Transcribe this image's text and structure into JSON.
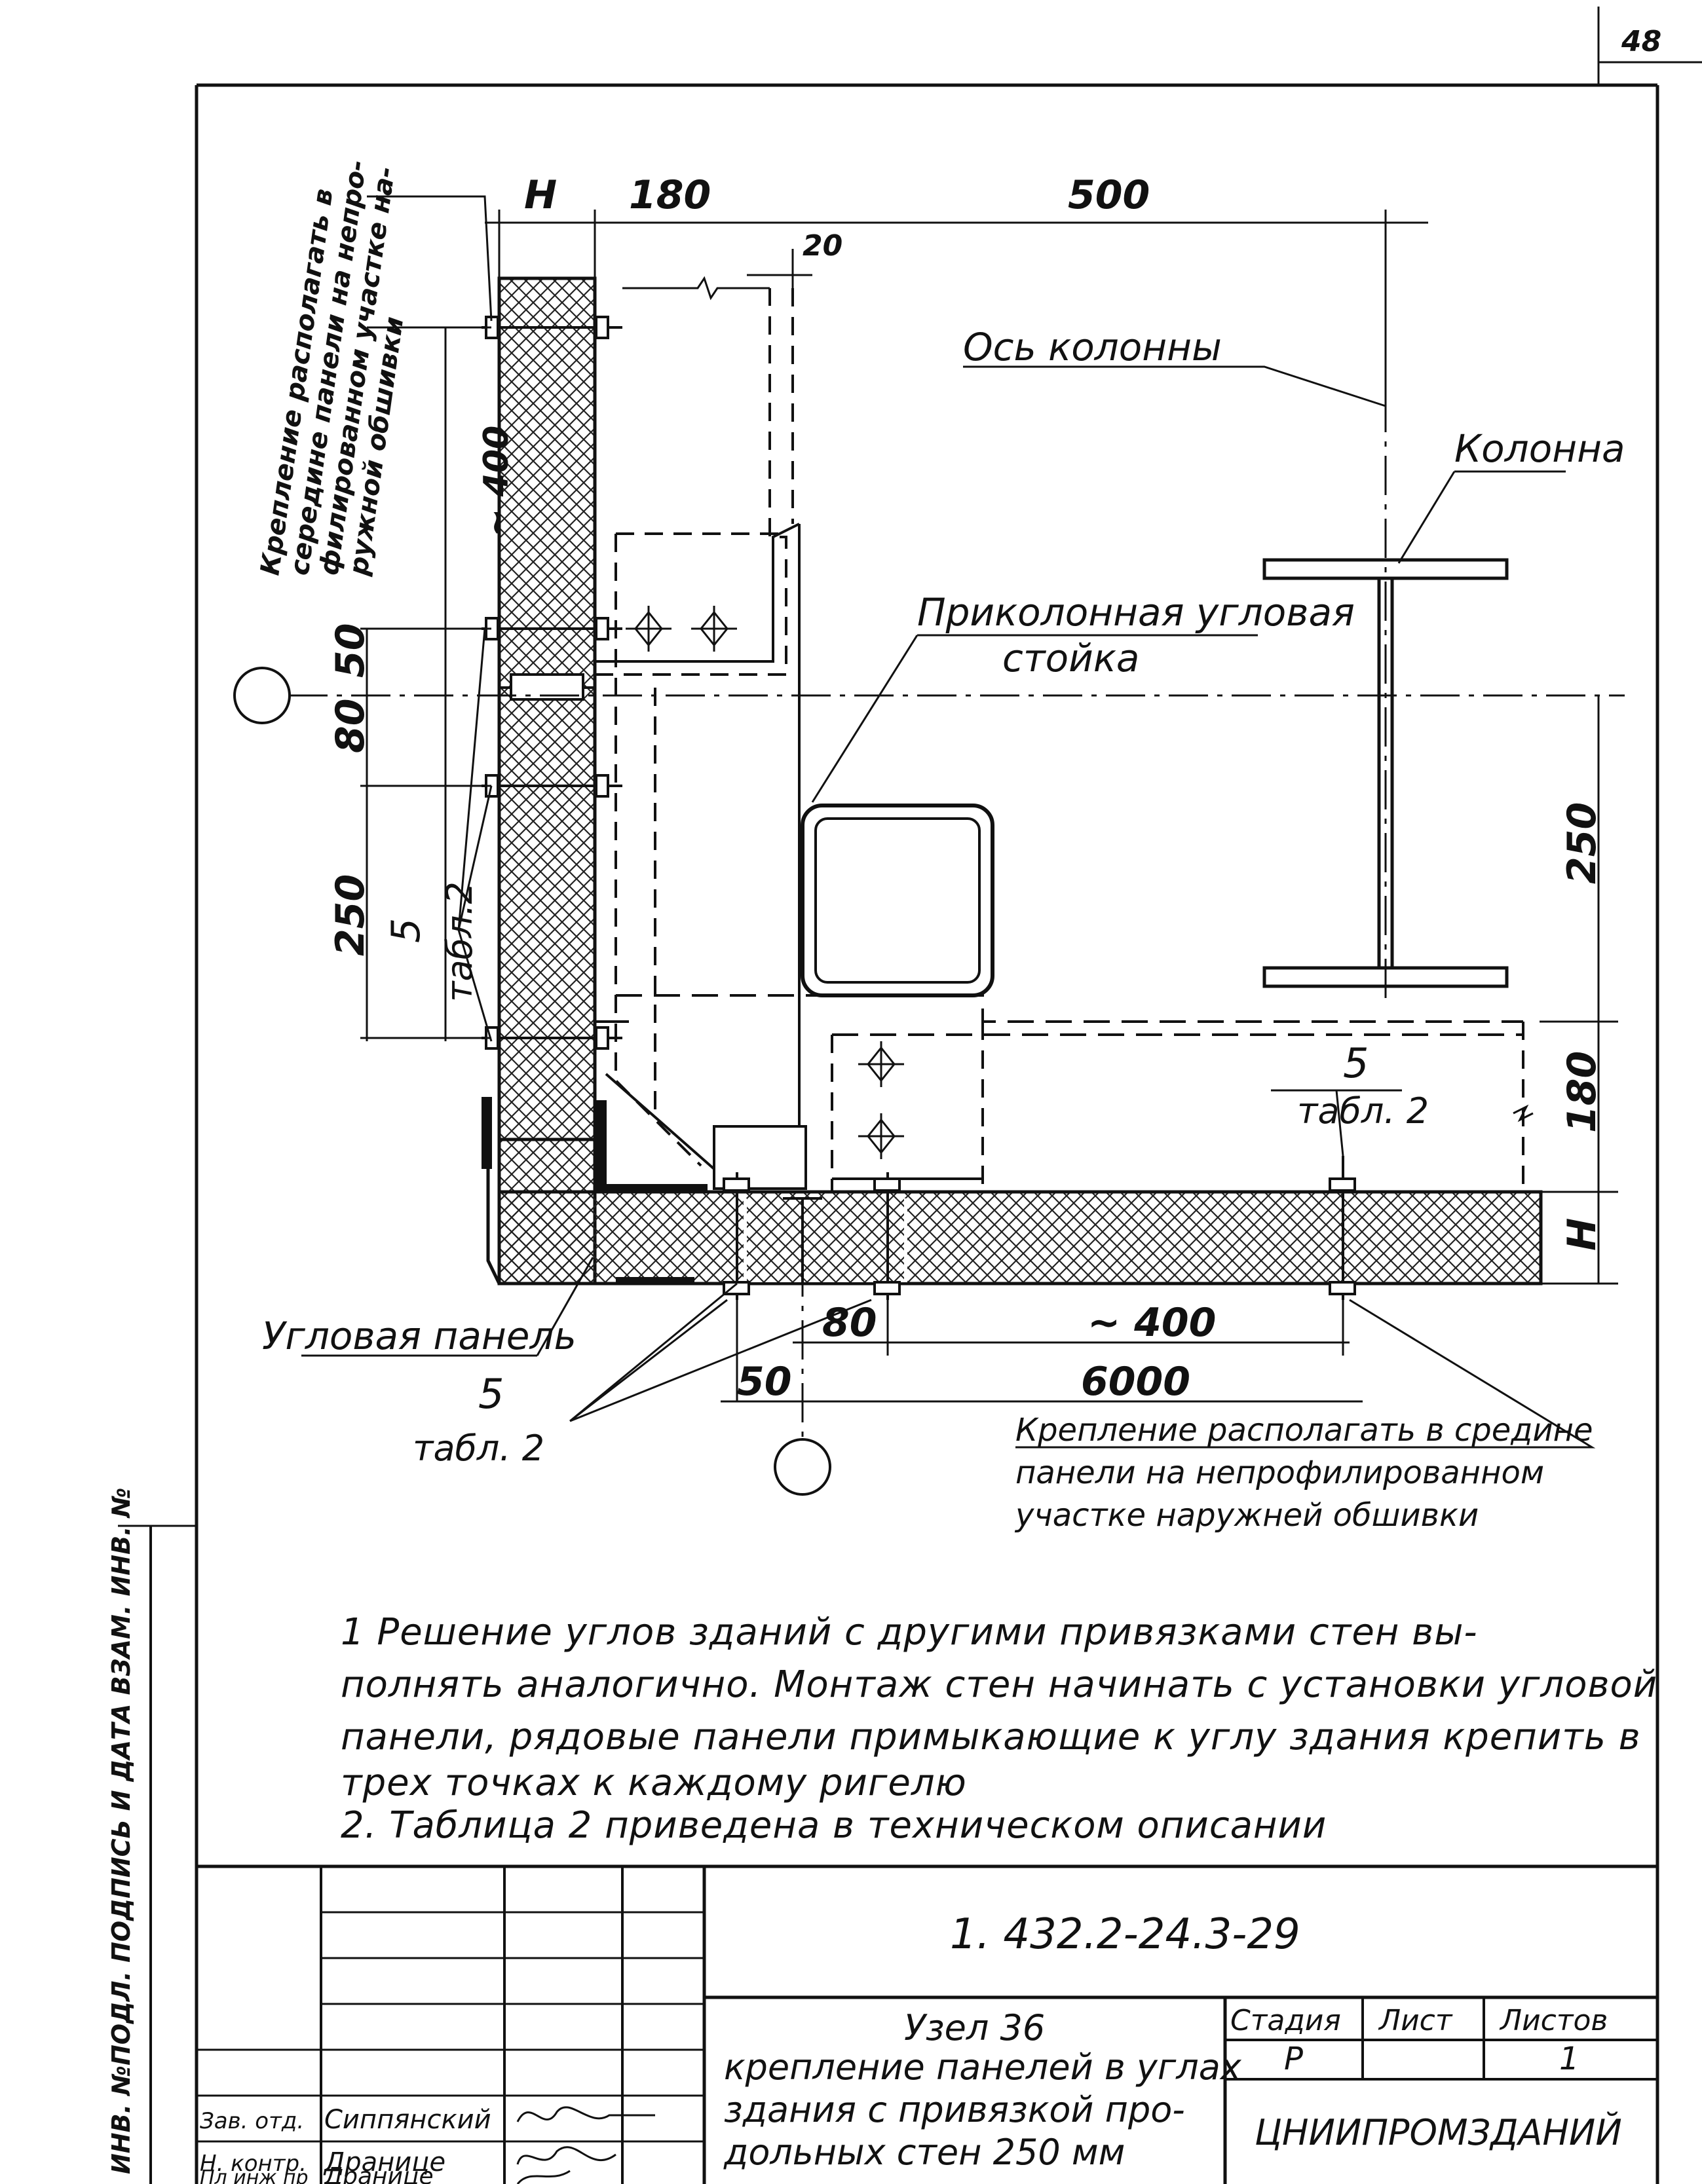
{
  "sheet_number": "48",
  "dimensions": {
    "h_top": "H",
    "d180_top": "180",
    "d500": "500",
    "d20": "20",
    "d400_left": "~ 400",
    "d50_left": "50",
    "d80_left": "80",
    "d250_left": "250",
    "d250_right": "250",
    "d180_right": "180",
    "h_right": "H",
    "d80_bottom": "80",
    "d400_bottom": "~ 400",
    "d50_bottom": "50",
    "d6000": "6000"
  },
  "labels": {
    "column_axis": "Ось колонны",
    "column": "Колонна",
    "corner_post_1": "Приколонная угловая",
    "corner_post_2": "стойка",
    "corner_panel": "Угловая панель",
    "ref_left_num": "5",
    "ref_left_table": "табл.2",
    "ref_bottom_num": "5",
    "ref_bottom_table": "табл. 2",
    "ref_right_num": "5",
    "ref_right_table": "табл. 2",
    "fastening_vertical": [
      "Крепление располагать в",
      "середине панели на непро-",
      "филированном участке на-",
      "ружной обшивки"
    ],
    "fastening_bottom": [
      "Крепление располагать в средине",
      "панели на непрофилированном",
      "участке наружней обшивки"
    ]
  },
  "notes": [
    "1 Решение углов зданий с другими привязками стен вы-",
    "полнять аналогично. Монтаж стен начинать с установки угловой",
    "панели, рядовые панели примыкающие к углу здания крепить в",
    "трех точках к каждому ригелю",
    "2. Таблица 2 приведена в техническом описании"
  ],
  "left_margin": "ИНВ. №ПОДЛ.  ПОДПИСЬ И ДАТА  ВЗАМ. ИНВ. №",
  "title_block": {
    "doc_code": "1. 432.2-24.3-29",
    "title": [
      "Узел 36",
      "крепление панелей в углах",
      "здания с привязкой про-",
      "дольных стен 250 мм"
    ],
    "stage_header": "Стадия",
    "sheet_header": "Лист",
    "sheets_header": "Листов",
    "stage_value": "Р",
    "sheet_value": "",
    "sheets_value": "1",
    "organization": "ЦНИИПРОМЗДАНИЙ",
    "signatures": [
      {
        "role": "Зав. отд.",
        "name": "Сиппянский"
      },
      {
        "role": "Н. контр.",
        "name": "Дранице"
      },
      {
        "role": "Пл инж пр",
        "name": "Дранице"
      }
    ]
  }
}
